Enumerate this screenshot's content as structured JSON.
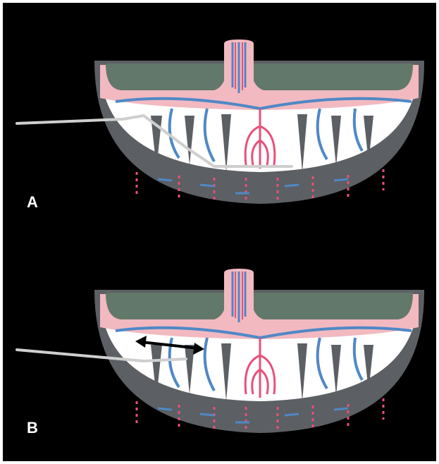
{
  "panels": [
    {
      "label": "A",
      "needle_variant": "deep",
      "has_double_arrow": false
    },
    {
      "label": "B",
      "needle_variant": "shallow",
      "has_double_arrow": true
    }
  ],
  "colors": {
    "background": "#000000",
    "amniotic_cavity": "#62786a",
    "chorionic_plate": "#f2b9c0",
    "intervillous_space": "#ffffff",
    "uterine_wall": "#5c5f63",
    "maternal_artery": "#e8507a",
    "fetal_vein": "#4f88c6",
    "needle": "#cfcfcf",
    "arrow": "#000000"
  }
}
